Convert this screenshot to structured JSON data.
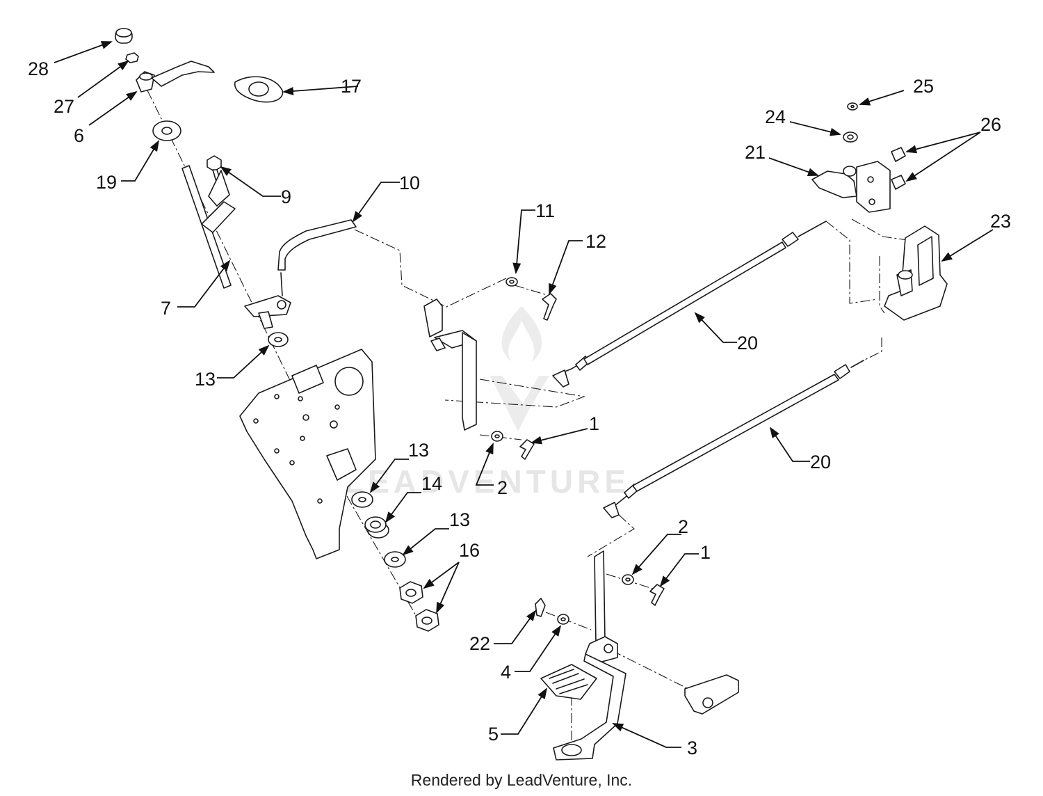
{
  "watermark": {
    "text": "LEADVENTURE"
  },
  "footer": {
    "credit": "Rendered by LeadVenture, Inc."
  },
  "callouts": [
    {
      "id": "c28",
      "label": "28"
    },
    {
      "id": "c27",
      "label": "27"
    },
    {
      "id": "c6",
      "label": "6"
    },
    {
      "id": "c17",
      "label": "17"
    },
    {
      "id": "c19",
      "label": "19"
    },
    {
      "id": "c9",
      "label": "9"
    },
    {
      "id": "c10",
      "label": "10"
    },
    {
      "id": "c11",
      "label": "11"
    },
    {
      "id": "c12",
      "label": "12"
    },
    {
      "id": "c7",
      "label": "7"
    },
    {
      "id": "c13a",
      "label": "13"
    },
    {
      "id": "c13b",
      "label": "13"
    },
    {
      "id": "c14",
      "label": "14"
    },
    {
      "id": "c13c",
      "label": "13"
    },
    {
      "id": "c16",
      "label": "16"
    },
    {
      "id": "c1a",
      "label": "1"
    },
    {
      "id": "c2a",
      "label": "2"
    },
    {
      "id": "c20a",
      "label": "20"
    },
    {
      "id": "c20b",
      "label": "20"
    },
    {
      "id": "c25",
      "label": "25"
    },
    {
      "id": "c24",
      "label": "24"
    },
    {
      "id": "c26",
      "label": "26"
    },
    {
      "id": "c21",
      "label": "21"
    },
    {
      "id": "c23",
      "label": "23"
    },
    {
      "id": "c2b",
      "label": "2"
    },
    {
      "id": "c1b",
      "label": "1"
    },
    {
      "id": "c22",
      "label": "22"
    },
    {
      "id": "c4",
      "label": "4"
    },
    {
      "id": "c5",
      "label": "5"
    },
    {
      "id": "c3",
      "label": "3"
    }
  ]
}
